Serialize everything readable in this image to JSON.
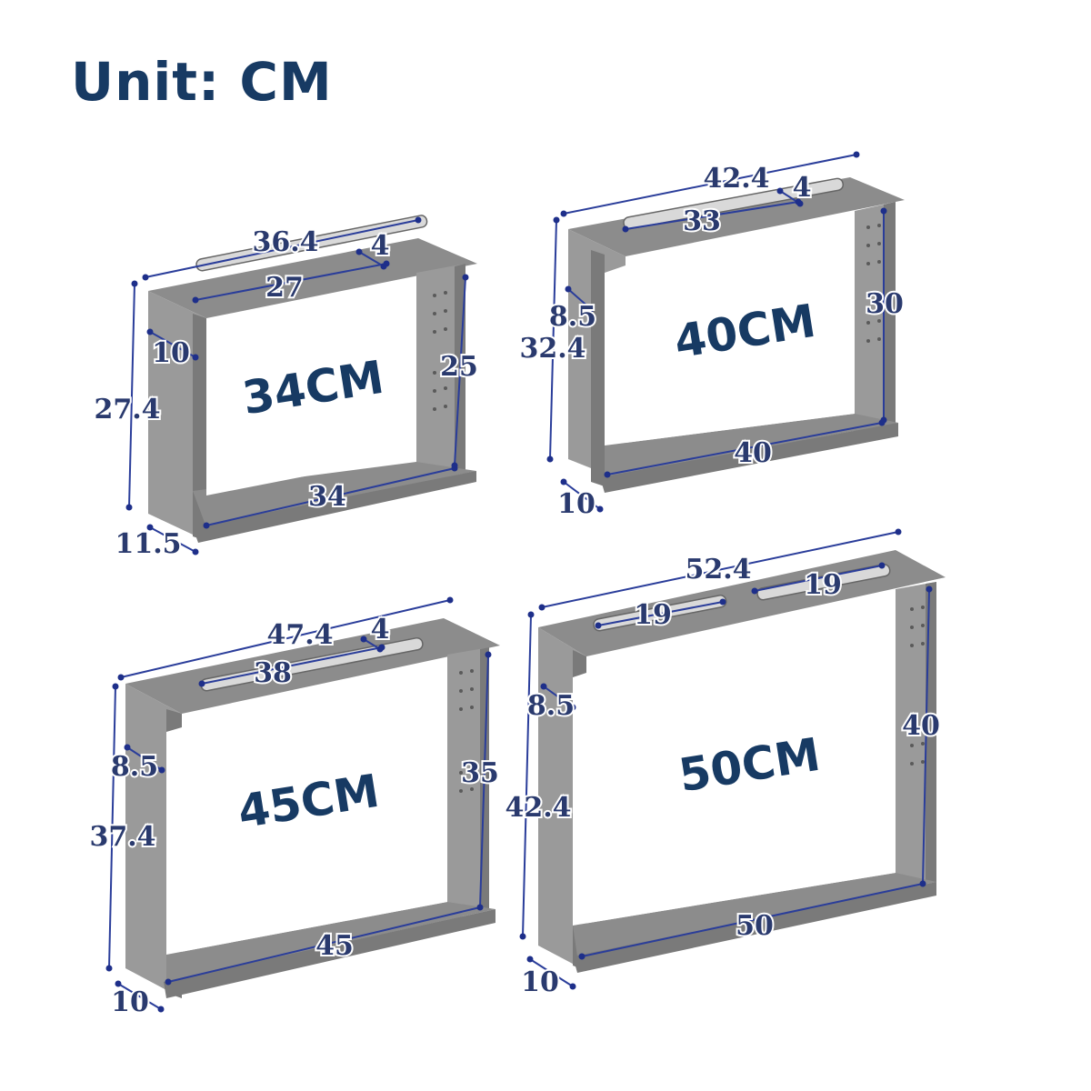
{
  "title": "Unit: CM",
  "frames": [
    {
      "size_label": "34CM",
      "dims": {
        "top_width": "36.4",
        "slot_length": "27",
        "slot_width": "4",
        "height_outer": "27.4",
        "height_inner": "25",
        "depth": "11.5",
        "bottom_length": "34",
        "side_notch": "10"
      }
    },
    {
      "size_label": "40CM",
      "dims": {
        "top_width": "42.4",
        "slot_length": "33",
        "slot_width": "4",
        "height_outer": "32.4",
        "height_inner": "30",
        "depth": "10",
        "bottom_length": "40",
        "side_notch": "8.5"
      }
    },
    {
      "size_label": "45CM",
      "dims": {
        "top_width": "47.4",
        "slot_length": "38",
        "slot_width": "4",
        "height_outer": "37.4",
        "height_inner": "35",
        "depth": "10",
        "bottom_length": "45",
        "side_notch": "8.5"
      }
    },
    {
      "size_label": "50CM",
      "dims": {
        "top_width": "52.4",
        "slot_length_left": "19",
        "slot_length_right": "19",
        "height_outer": "42.4",
        "height_inner": "40",
        "depth": "10",
        "bottom_length": "50",
        "side_notch": "8.5"
      }
    }
  ]
}
